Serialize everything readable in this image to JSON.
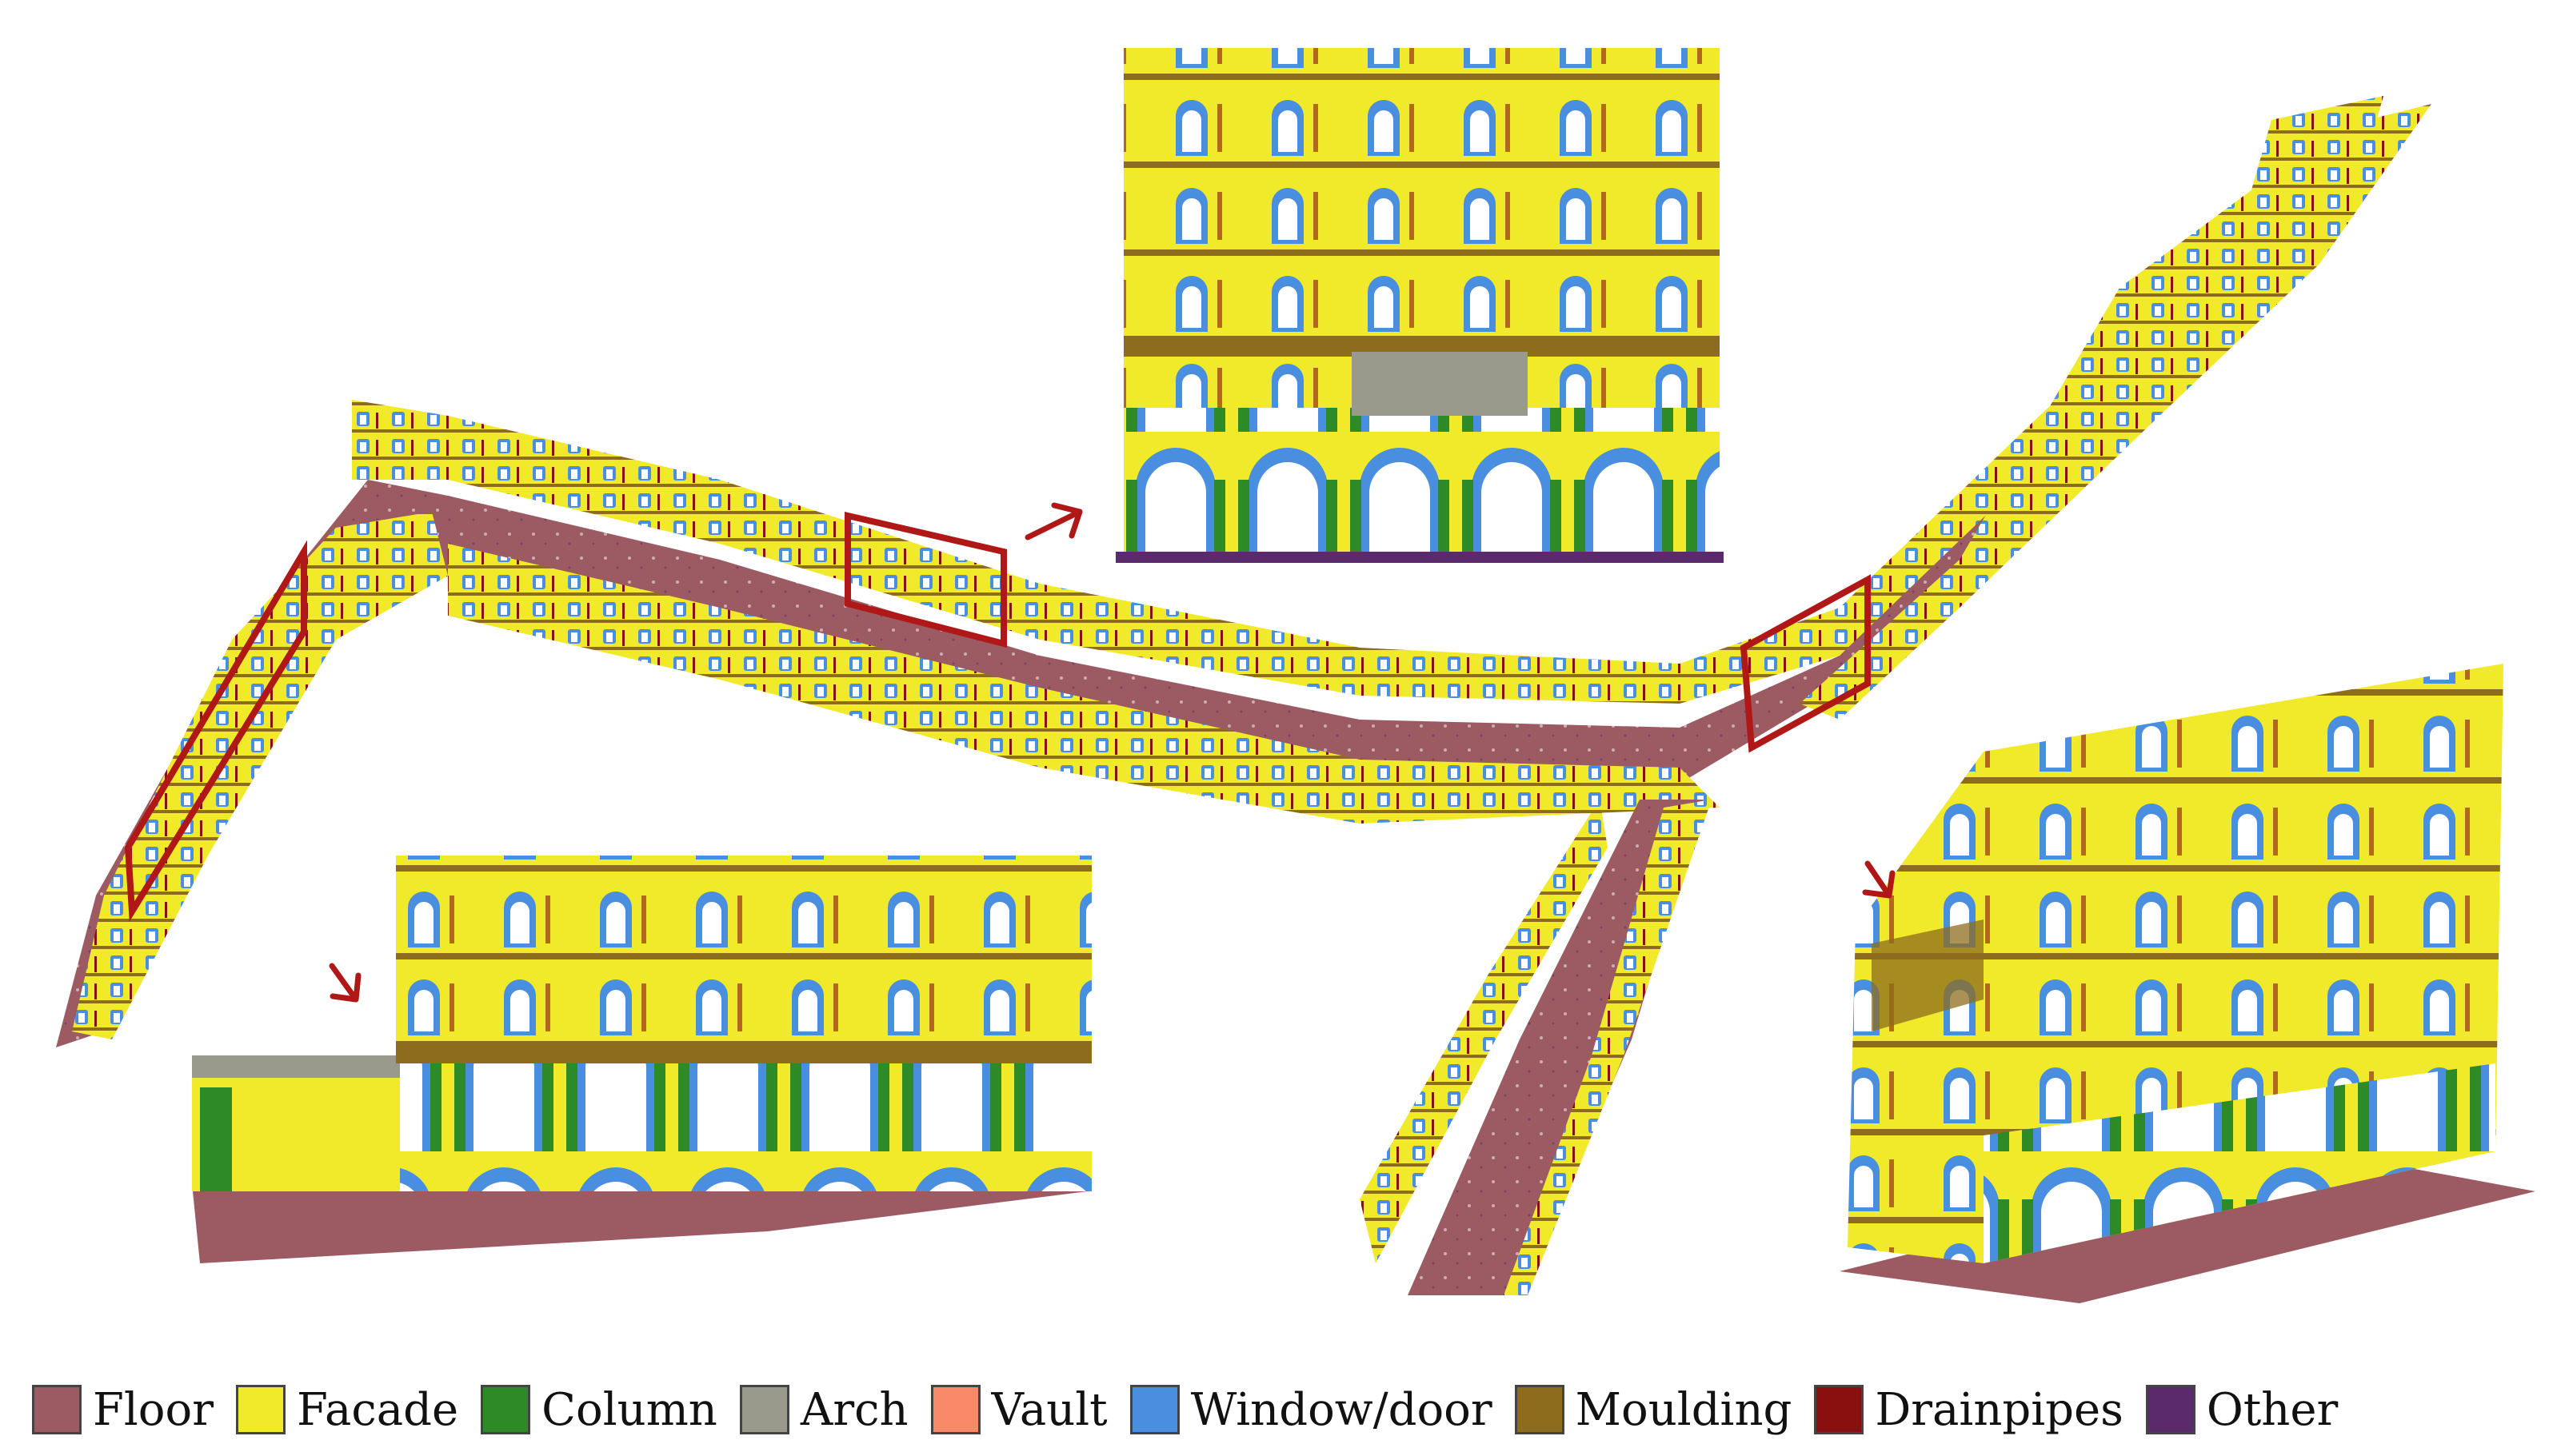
{
  "legend": [
    {
      "label": "Floor",
      "color": "#9c5a62"
    },
    {
      "label": "Facade",
      "color": "#f0ea2a"
    },
    {
      "label": "Column",
      "color": "#2e8a27"
    },
    {
      "label": "Arch",
      "color": "#9a9a8c"
    },
    {
      "label": "Vault",
      "color": "#f88a6a"
    },
    {
      "label": "Window/door",
      "color": "#4a8ee0"
    },
    {
      "label": "Moulding",
      "color": "#8e6c1e"
    },
    {
      "label": "Drainpipes",
      "color": "#8a1010"
    },
    {
      "label": "Other",
      "color": "#5a2a6c"
    }
  ],
  "colors": {
    "highlight_box": "#b01818",
    "arrow": "#b01818"
  },
  "icons": [
    "arrow-icon"
  ]
}
